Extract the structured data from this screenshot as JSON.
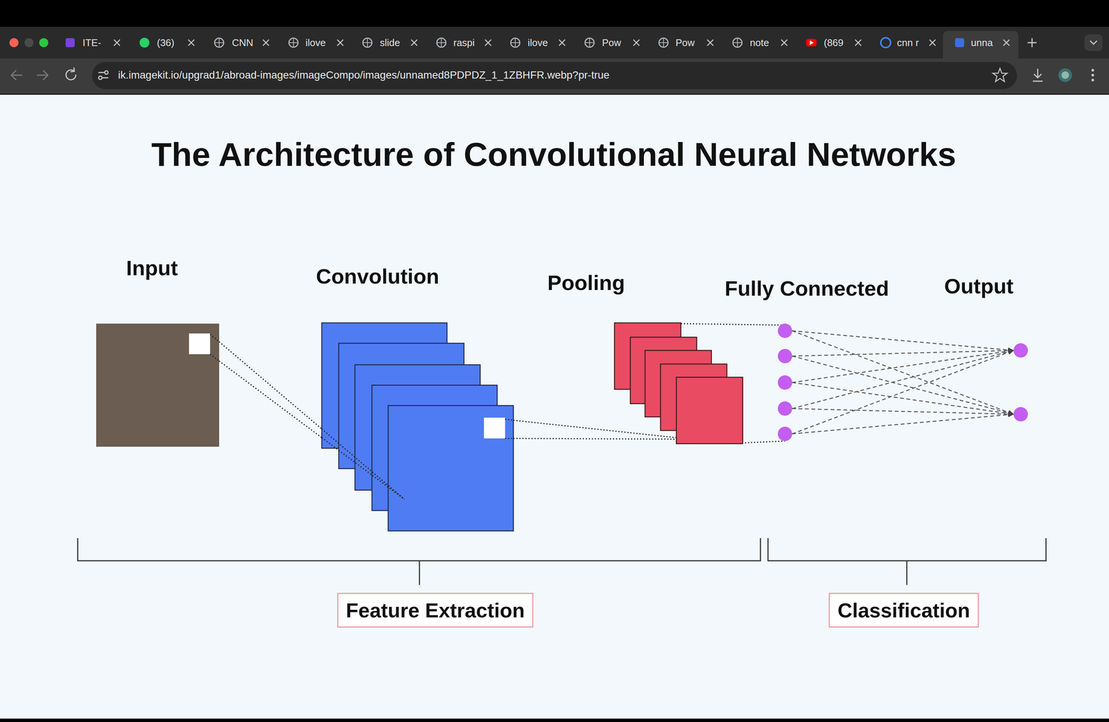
{
  "diagram": {
    "title": "The Architecture of Convolutional Neural Networks",
    "nodes": [
      {
        "text": [
          "Input"
        ]
      },
      {
        "text": [
          "Convolution"
        ]
      },
      {
        "text": [
          "Pooling"
        ]
      },
      {
        "text": [
          "Fully Connected"
        ]
      },
      {
        "text": [
          "Output"
        ]
      },
      {
        "text": [
          "Feature Extraction"
        ]
      },
      {
        "text": [
          "Classification"
        ]
      }
    ],
    "edges": [
      {
        "from": 0,
        "to": 1,
        "arrow": "none"
      },
      {
        "from": 1,
        "to": 2,
        "arrow": "none"
      },
      {
        "from": 2,
        "to": 3,
        "arrow": "none"
      },
      {
        "from": 3,
        "to": 4,
        "arrow": "to"
      }
    ],
    "labels": [
      "ITE-",
      "(36)",
      "CNN",
      "ilove",
      "slide",
      "raspi",
      "ilove",
      "Pow",
      "Pow",
      "note",
      "(869",
      "cnn r",
      "unna",
      "ik.imagekit.io/upgrad1/abroad-images/imageCompo/images/unnamed8PDPDZ_1_1ZBHFR.webp?pr-true"
    ]
  }
}
